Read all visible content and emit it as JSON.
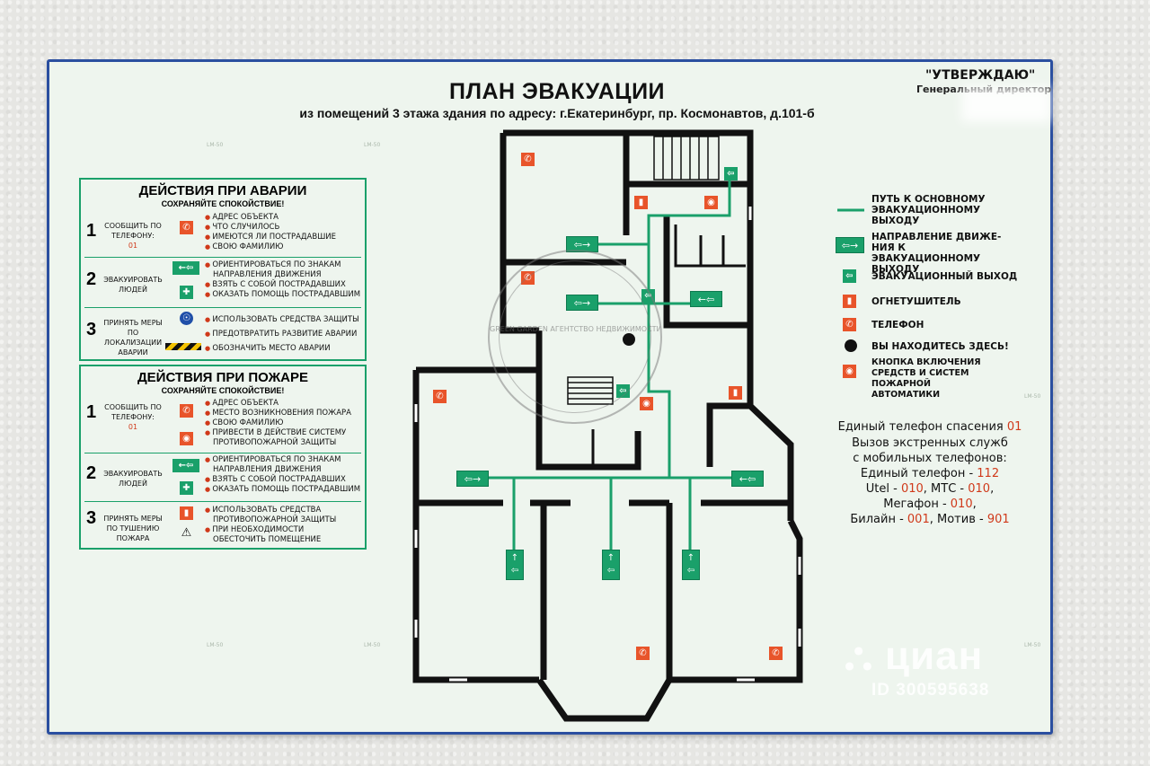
{
  "header": {
    "title": "ПЛАН ЭВАКУАЦИИ",
    "subtitle": "из помещений 3 этажа здания по адресу: г.Екатеринбург, пр. Космонавтов, д.101-б",
    "approve": "\"УТВЕРЖДАЮ\"",
    "approve_role": "Генеральный директор"
  },
  "accident": {
    "title": "ДЕЙСТВИЯ ПРИ АВАРИИ",
    "calm": "СОХРАНЯЙТЕ СПОКОЙСТВИЕ!",
    "steps": [
      {
        "num": "1",
        "label": "СООБЩИТЬ ПО ТЕЛЕФОНУ:",
        "phone": "01",
        "items": [
          "АДРЕС ОБЪЕКТА",
          "ЧТО СЛУЧИЛОСЬ",
          "ИМЕЮТСЯ ЛИ ПОСТРАДАВШИЕ",
          "СВОЮ ФАМИЛИЮ"
        ]
      },
      {
        "num": "2",
        "label": "ЭВАКУИРОВАТЬ ЛЮДЕЙ",
        "items": [
          "ОРИЕНТИРОВАТЬСЯ ПО ЗНАКАМ",
          "НАПРАВЛЕНИЯ ДВИЖЕНИЯ",
          "ВЗЯТЬ С СОБОЙ ПОСТРАДАВШИХ",
          "ОКАЗАТЬ ПОМОЩЬ ПОСТРАДАВШИМ"
        ]
      },
      {
        "num": "3",
        "label": "ПРИНЯТЬ МЕРЫ ПО ЛОКАЛИЗАЦИИ АВАРИИ",
        "items": [
          "ИСПОЛЬЗОВАТЬ СРЕДСТВА ЗАЩИТЫ",
          "ПРЕДОТВРАТИТЬ РАЗВИТИЕ АВАРИИ",
          "ОБОЗНАЧИТЬ МЕСТО АВАРИИ"
        ]
      }
    ]
  },
  "fire": {
    "title": "ДЕЙСТВИЯ ПРИ ПОЖАРЕ",
    "calm": "СОХРАНЯЙТЕ СПОКОЙСТВИЕ!",
    "steps": [
      {
        "num": "1",
        "label": "СООБЩИТЬ ПО ТЕЛЕФОНУ:",
        "phone": "01",
        "items": [
          "АДРЕС ОБЪЕКТА",
          "МЕСТО ВОЗНИКНОВЕНИЯ ПОЖАРА",
          "СВОЮ ФАМИЛИЮ",
          "ПРИВЕСТИ В ДЕЙСТВИЕ СИСТЕМУ",
          "ПРОТИВОПОЖАРНОЙ ЗАЩИТЫ"
        ]
      },
      {
        "num": "2",
        "label": "ЭВАКУИРОВАТЬ ЛЮДЕЙ",
        "items": [
          "ОРИЕНТИРОВАТЬСЯ ПО ЗНАКАМ",
          "НАПРАВЛЕНИЯ ДВИЖЕНИЯ",
          "ВЗЯТЬ С СОБОЙ ПОСТРАДАВШИХ",
          "ОКАЗАТЬ ПОМОЩЬ ПОСТРАДАВШИМ"
        ]
      },
      {
        "num": "3",
        "label": "ПРИНЯТЬ МЕРЫ ПО ТУШЕНИЮ ПОЖАРА",
        "items": [
          "ИСПОЛЬЗОВАТЬ СРЕДСТВА",
          "ПРОТИВОПОЖАРНОЙ ЗАЩИТЫ",
          "ПРИ НЕОБХОДИМОСТИ",
          "ОБЕСТОЧИТЬ ПОМЕЩЕНИЕ"
        ]
      }
    ]
  },
  "legend": [
    {
      "icon": "green-line",
      "text": "ПУТЬ К ОСНОВНОМУ ЭВАКУАЦИОННОМУ ВЫХОДУ"
    },
    {
      "icon": "exit-arrow-icon",
      "text": "НАПРАВЛЕНИЕ ДВИЖЕ-НИЯ К ЭВАКУАЦИОННОМУ ВЫХОДУ"
    },
    {
      "icon": "exit-door-icon",
      "text": "ЭВАКУАЦИОННЫЙ ВЫХОД"
    },
    {
      "icon": "extinguisher-icon",
      "text": "ОГНЕТУШИТЕЛЬ"
    },
    {
      "icon": "phone-icon",
      "text": "ТЕЛЕФОН"
    },
    {
      "icon": "you-are-here-icon",
      "text": "ВЫ НАХОДИТЕСЬ ЗДЕСЬ!"
    },
    {
      "icon": "fire-button-icon",
      "text": "КНОПКА ВКЛЮЧЕНИЯ СРЕДСТВ И СИСТЕМ ПОЖАРНОЙ АВТОМАТИКИ"
    }
  ],
  "phones": {
    "line1_text": "Единый телефон спасения ",
    "line1_num": "01",
    "line2": "Вызов экстренных служб",
    "line3": "с мобильных телефонов:",
    "line4_text": "Единый телефон - ",
    "line4_num": "112",
    "line5_a": "Utel - ",
    "line5_b": "010",
    "line5_c": ", МТС - ",
    "line5_d": "010",
    "line5_e": ",",
    "line6_a": "Мегафон - ",
    "line6_b": "010",
    "line6_c": ",",
    "line7_a": "Билайн - ",
    "line7_b": "001",
    "line7_c": ", Мотив - ",
    "line7_d": "901"
  },
  "watermark": {
    "brand": "циан",
    "id": "ID 300595638",
    "seal": "GREEN GARDEN АГЕНТСТВО НЕДВИЖИМОСТИ"
  },
  "colors": {
    "green": "#1aa06a",
    "red": "#e8542a",
    "frame": "#2b4fa0",
    "wall": "#111111"
  },
  "board_marks": [
    "LM-50",
    "LM-50",
    "LM-50",
    "LM-50",
    "LM-50",
    "LM-50"
  ]
}
